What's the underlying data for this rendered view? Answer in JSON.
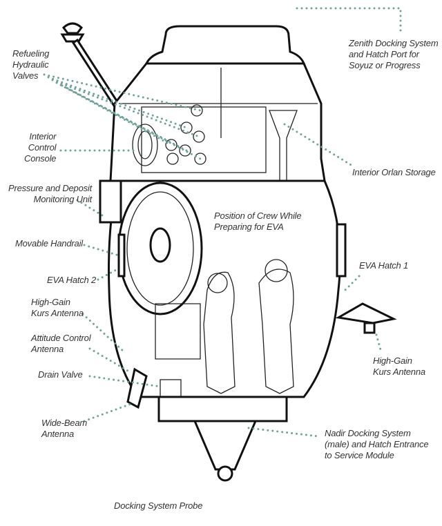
{
  "labels": {
    "refueling": "Refueling\nHydraulic\nValves",
    "zenith": "Zenith Docking System\nand Hatch Port for\nSoyuz or Progress",
    "console": "Interior\nControl\nConsole",
    "orlan": "Interior Orlan Storage",
    "pressure": "Pressure and Deposit\nMonitoring Unit",
    "crew": "Position of Crew While\nPreparing for EVA",
    "handrail": "Movable Handrail",
    "eva1": "EVA Hatch 1",
    "eva2": "EVA Hatch 2",
    "kurs_left": "High-Gain\nKurs Antenna",
    "attitude": "Attitude Control\nAntenna",
    "drain": "Drain Valve",
    "kurs_right": "High-Gain\nKurs Antenna",
    "widebeam": "Wide-Beam\nAntenna",
    "nadir": "Nadir Docking System\n(male) and Hatch Entrance\nto Service Module",
    "probe": "Docking System Probe"
  },
  "colors": {
    "leader": "#6fa39a",
    "outline": "#111111"
  }
}
